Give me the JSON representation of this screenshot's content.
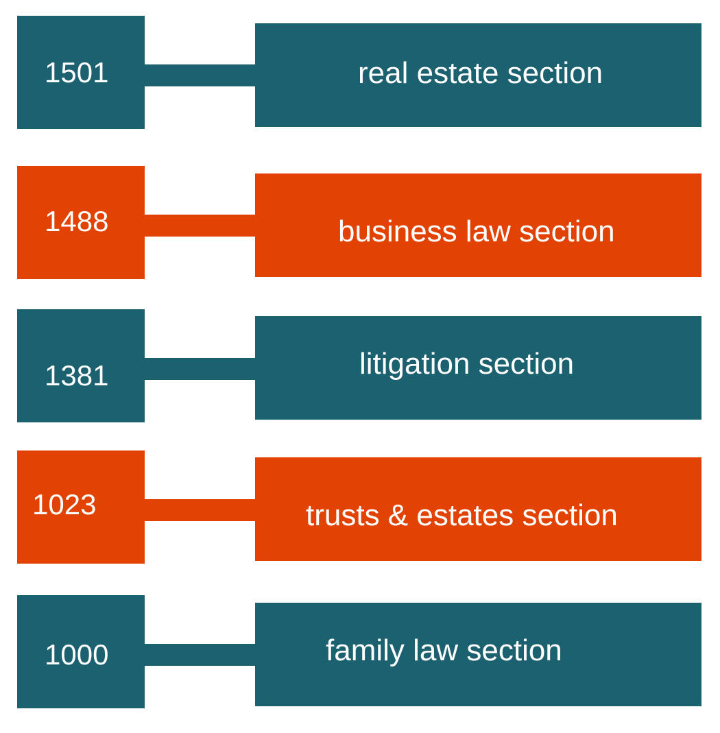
{
  "colors": {
    "teal": "#1c616f",
    "orange": "#e24304"
  },
  "sections": [
    {
      "number": "1501",
      "label": "real estate section",
      "color": "teal"
    },
    {
      "number": "1488",
      "label": "business law section",
      "color": "orange"
    },
    {
      "number": "1381",
      "label": "litigation section",
      "color": "teal"
    },
    {
      "number": "1023",
      "label": "trusts & estates section",
      "color": "orange"
    },
    {
      "number": "1000",
      "label": "family law section",
      "color": "teal"
    }
  ]
}
